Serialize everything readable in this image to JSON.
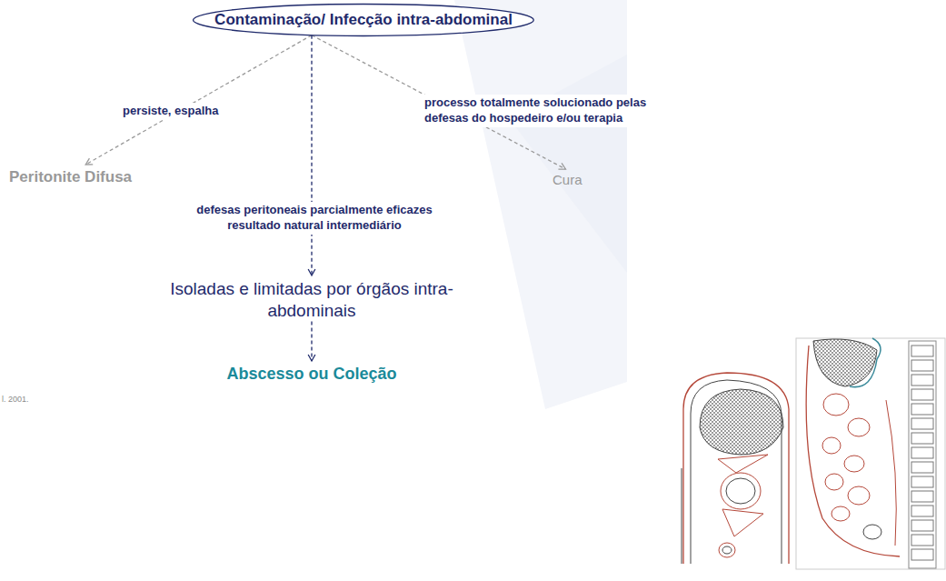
{
  "diagram": {
    "nodes": [
      {
        "text": [
          "Contaminação/ Infecção intra-abdominal"
        ]
      },
      {
        "text": [
          "Peritonite Difusa"
        ]
      },
      {
        "text": [
          "Cura"
        ]
      },
      {
        "text": [
          "Isoladas e limitadas por órgãos intra-abdominais"
        ]
      },
      {
        "text": [
          "Abscesso ou Coleção"
        ]
      }
    ],
    "edges": [
      {
        "from": 0,
        "to": 1,
        "label": "persiste, espalha",
        "arrow": "to"
      },
      {
        "from": 0,
        "to": 2,
        "label": "processo totalmente solucionado pelas defesas do hospedeiro e/ou terapia",
        "arrow": "to"
      },
      {
        "from": 0,
        "to": 3,
        "label": "defesas peritoneais parcialmente eficazes resultado natural intermediário",
        "arrow": "to"
      },
      {
        "from": 3,
        "to": 4,
        "arrow": "to"
      }
    ],
    "labels": [
      "l. 2001."
    ]
  }
}
